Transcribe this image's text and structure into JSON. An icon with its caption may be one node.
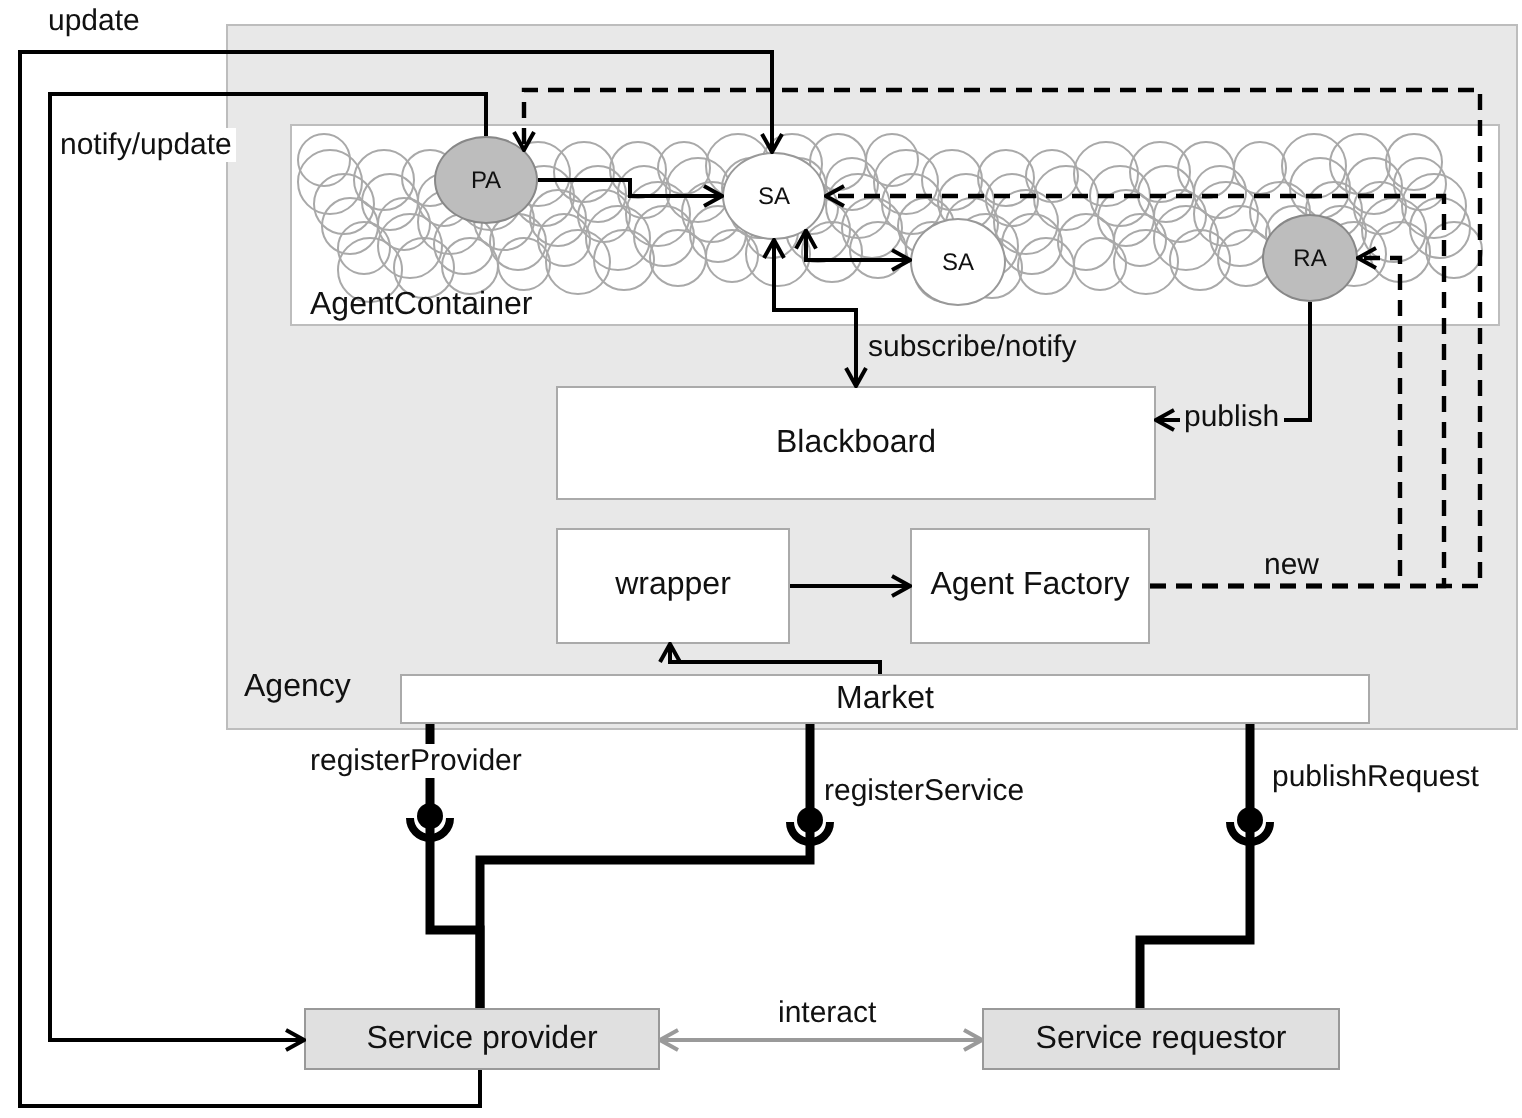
{
  "diagram": {
    "nodes": [
      {
        "text": [
          "Agency"
        ]
      },
      {
        "text": [
          "AgentContainer"
        ],
        "in": 0
      },
      {
        "text": [
          "PA"
        ],
        "in": 1
      },
      {
        "text": [
          "SA"
        ],
        "in": 1
      },
      {
        "text": [
          "SA"
        ],
        "in": 1
      },
      {
        "text": [
          "RA"
        ],
        "in": 1
      },
      {
        "text": [
          "Blackboard"
        ],
        "in": 0
      },
      {
        "text": [
          "wrapper"
        ],
        "in": 0
      },
      {
        "text": [
          "Agent Factory"
        ],
        "in": 0
      },
      {
        "text": [
          "Market"
        ],
        "in": 0
      },
      {
        "text": [
          "Service provider"
        ]
      },
      {
        "text": [
          "Service requestor"
        ]
      }
    ],
    "edges": [
      {
        "from": 10,
        "to": 3,
        "arrow": "to",
        "label": "update"
      },
      {
        "from": 2,
        "to": 10,
        "arrow": "to",
        "label": "notify/update"
      },
      {
        "from": 2,
        "to": 3,
        "arrow": "to"
      },
      {
        "from": 3,
        "to": 4,
        "arrow": "both"
      },
      {
        "from": 3,
        "to": 6,
        "arrow": "both",
        "label": "subscribe/notify"
      },
      {
        "from": 5,
        "to": 6,
        "arrow": "to",
        "label": "publish"
      },
      {
        "from": 7,
        "to": 8,
        "arrow": "to"
      },
      {
        "from": 9,
        "to": 7,
        "arrow": "to"
      },
      {
        "from": 8,
        "to": 5,
        "arrow": "to",
        "style": "dashed",
        "label": "new"
      },
      {
        "from": 8,
        "to": 3,
        "arrow": "to",
        "style": "dashed"
      },
      {
        "from": 8,
        "to": 2,
        "arrow": "to",
        "style": "dashed"
      },
      {
        "from": 9,
        "to": 10,
        "arrow": "none",
        "style": "thick",
        "label": "registerProvider"
      },
      {
        "from": 9,
        "to": 10,
        "arrow": "none",
        "style": "thick",
        "label": "registerService"
      },
      {
        "from": 9,
        "to": 11,
        "arrow": "none",
        "style": "thick",
        "label": "publishRequest"
      },
      {
        "from": 10,
        "to": 11,
        "arrow": "both",
        "color": "#9a9a9a",
        "label": "interact"
      }
    ]
  }
}
